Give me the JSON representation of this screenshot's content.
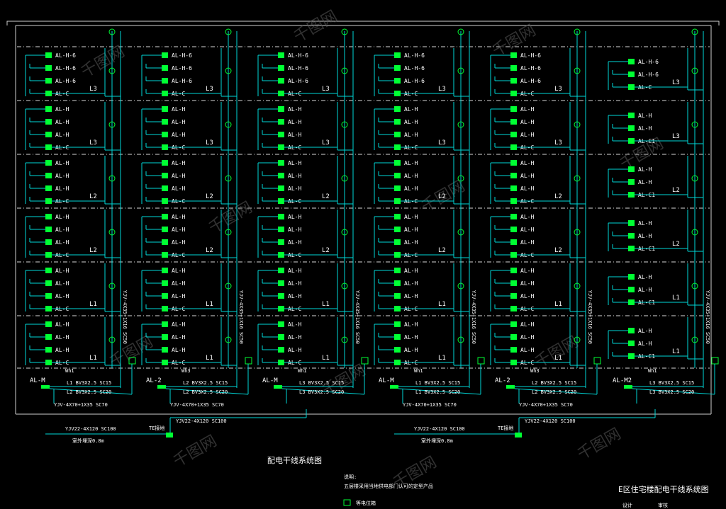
{
  "drawing": {
    "main_title": "配电干线系统图",
    "frame_title": "E区住宅楼配电干线系统图",
    "notes_label": "说明:",
    "notes_text": "五层楼采用当地供电部门认可的定型产品",
    "legend_text": "等电位箱",
    "corner_labels": [
      "设计",
      "审核"
    ]
  },
  "colors": {
    "background": "#000000",
    "wire": "#00d8d8",
    "box": "#00ff33",
    "text": "#ffffff",
    "dash": "#d8d8d8"
  },
  "watermark": "千图网",
  "blocks": [
    {
      "main_panel": "AL-M",
      "feeders": [
        "L1 BV3X2.5 SC15",
        "L2 BV3X2.5 SC20"
      ],
      "phase_label": "Wh1",
      "trunk_vertical": "YJV-4X35+1X16 SC50",
      "main_cable": "YJV-4X70+1X35 SC70",
      "floors": [
        {
          "boxes": [
            "AL-H-6",
            "AL-H-6",
            "AL-H-6",
            "AL-C"
          ],
          "phase": "L3"
        },
        {
          "boxes": [
            "AL-H",
            "AL-H",
            "AL-H",
            "AL-C"
          ],
          "phase": "L3"
        },
        {
          "boxes": [
            "AL-H",
            "AL-H",
            "AL-H",
            "AL-C"
          ],
          "phase": "L2"
        },
        {
          "boxes": [
            "AL-H",
            "AL-H",
            "AL-H",
            "AL-C"
          ],
          "phase": "L2"
        },
        {
          "boxes": [
            "AL-H",
            "AL-H",
            "AL-H",
            "AL-C"
          ],
          "phase": "L1"
        },
        {
          "boxes": [
            "AL-H",
            "AL-H",
            "AL-H",
            "AL-C"
          ],
          "phase": "L1"
        }
      ]
    },
    {
      "main_panel": "AL-2",
      "feeders": [
        "L2 BV3X2.5 SC15",
        "L2 BV3X2.5 SC20"
      ],
      "phase_label": "Wh3",
      "trunk_vertical": "YJV-4X35+1X16 SC50",
      "main_cable": "YJV-4X70+1X35 SC70",
      "floors": [
        {
          "boxes": [
            "AL-H-6",
            "AL-H-6",
            "AL-H-6",
            "AL-C"
          ],
          "phase": "L3"
        },
        {
          "boxes": [
            "AL-H",
            "AL-H",
            "AL-H",
            "AL-C"
          ],
          "phase": "L3"
        },
        {
          "boxes": [
            "AL-H",
            "AL-H",
            "AL-H",
            "AL-C"
          ],
          "phase": "L2"
        },
        {
          "boxes": [
            "AL-H",
            "AL-H",
            "AL-H",
            "AL-C"
          ],
          "phase": "L2"
        },
        {
          "boxes": [
            "AL-H",
            "AL-H",
            "AL-H",
            "AL-C"
          ],
          "phase": "L1"
        },
        {
          "boxes": [
            "AL-H",
            "AL-H",
            "AL-H",
            "AL-C"
          ],
          "phase": "L1"
        }
      ]
    },
    {
      "main_panel": "AL-M",
      "feeders": [
        "L3 BV3X2.5 SC15",
        "L3 BV3X2.5 SC20"
      ],
      "phase_label": "Wh1",
      "trunk_vertical": "YJV-4X35+1X16 SC50",
      "main_cable": "",
      "floors": [
        {
          "boxes": [
            "AL-H-6",
            "AL-H-6",
            "AL-H-6",
            "AL-C"
          ],
          "phase": "L3"
        },
        {
          "boxes": [
            "AL-H",
            "AL-H",
            "AL-H",
            "AL-C"
          ],
          "phase": "L3"
        },
        {
          "boxes": [
            "AL-H",
            "AL-H",
            "AL-H",
            "AL-C"
          ],
          "phase": "L2"
        },
        {
          "boxes": [
            "AL-H",
            "AL-H",
            "AL-H",
            "AL-C"
          ],
          "phase": "L2"
        },
        {
          "boxes": [
            "AL-H",
            "AL-H",
            "AL-H",
            "AL-C"
          ],
          "phase": "L1"
        },
        {
          "boxes": [
            "AL-H",
            "AL-H",
            "AL-H",
            "AL-C"
          ],
          "phase": "L1"
        }
      ]
    },
    {
      "main_panel": "AL-M",
      "feeders": [
        "L1 BV3X2.5 SC15",
        "L1 BV3X2.5 SC20"
      ],
      "phase_label": "Wh1",
      "trunk_vertical": "YJV-4X35+1X16 SC50",
      "main_cable": "YJV-4X70+1X35 SC70",
      "floors": [
        {
          "boxes": [
            "AL-H-6",
            "AL-H-6",
            "AL-H-6",
            "AL-C"
          ],
          "phase": "L3"
        },
        {
          "boxes": [
            "AL-H",
            "AL-H",
            "AL-H",
            "AL-C"
          ],
          "phase": "L3"
        },
        {
          "boxes": [
            "AL-H",
            "AL-H",
            "AL-H",
            "AL-C"
          ],
          "phase": "L2"
        },
        {
          "boxes": [
            "AL-H",
            "AL-H",
            "AL-H",
            "AL-C"
          ],
          "phase": "L2"
        },
        {
          "boxes": [
            "AL-H",
            "AL-H",
            "AL-H",
            "AL-C"
          ],
          "phase": "L1"
        },
        {
          "boxes": [
            "AL-H",
            "AL-H",
            "AL-H",
            "AL-C"
          ],
          "phase": "L1"
        }
      ]
    },
    {
      "main_panel": "AL-2",
      "feeders": [
        "L2 BV3X2.5 SC15",
        "L2 BV3X2.5 SC20"
      ],
      "phase_label": "Wh3",
      "trunk_vertical": "YJV-4X35+1X16 SC50",
      "main_cable": "YJV-4X70+1X35 SC70",
      "floors": [
        {
          "boxes": [
            "AL-H-6",
            "AL-H-6",
            "AL-H-6",
            "AL-C"
          ],
          "phase": "L3"
        },
        {
          "boxes": [
            "AL-H",
            "AL-H",
            "AL-H",
            "AL-C"
          ],
          "phase": "L3"
        },
        {
          "boxes": [
            "AL-H",
            "AL-H",
            "AL-H",
            "AL-C"
          ],
          "phase": "L2"
        },
        {
          "boxes": [
            "AL-H",
            "AL-H",
            "AL-H",
            "AL-C"
          ],
          "phase": "L2"
        },
        {
          "boxes": [
            "AL-H",
            "AL-H",
            "AL-H",
            "AL-C"
          ],
          "phase": "L1"
        },
        {
          "boxes": [
            "AL-H",
            "AL-H",
            "AL-H",
            "AL-C"
          ],
          "phase": "L1"
        }
      ]
    },
    {
      "main_panel": "AL-M2",
      "feeders": [
        "L3 BV3X2.5 SC15",
        "L3 BV3X2.5 SC20"
      ],
      "phase_label": "Wh1",
      "trunk_vertical": "YJV-4X35+1X16 SC50",
      "main_cable": "",
      "floors": [
        {
          "boxes": [
            "AL-H-6",
            "AL-H-6",
            "AL-C"
          ],
          "phase": "L3"
        },
        {
          "boxes": [
            "AL-H",
            "AL-H",
            "AL-C1"
          ],
          "phase": "L3"
        },
        {
          "boxes": [
            "AL-H",
            "AL-H",
            "AL-C1"
          ],
          "phase": "L2"
        },
        {
          "boxes": [
            "AL-H",
            "AL-H",
            "AL-C1"
          ],
          "phase": "L2"
        },
        {
          "boxes": [
            "AL-H",
            "AL-H",
            "AL-C1"
          ],
          "phase": "L1"
        },
        {
          "boxes": [
            "AL-H",
            "AL-H",
            "AL-C1"
          ],
          "phase": "L1"
        }
      ]
    }
  ],
  "incomers": [
    {
      "cable": "YJV22-4X120 SC100",
      "note": "室外埋深0.8m",
      "meter_label": "TE接地",
      "branch_cable": "YJV22-4X120 SC100"
    },
    {
      "cable": "YJV22-4X120 SC100",
      "note": "室外埋深0.8m",
      "meter_label": "TE接地",
      "branch_cable": "YJV22-4X120 SC100"
    }
  ]
}
